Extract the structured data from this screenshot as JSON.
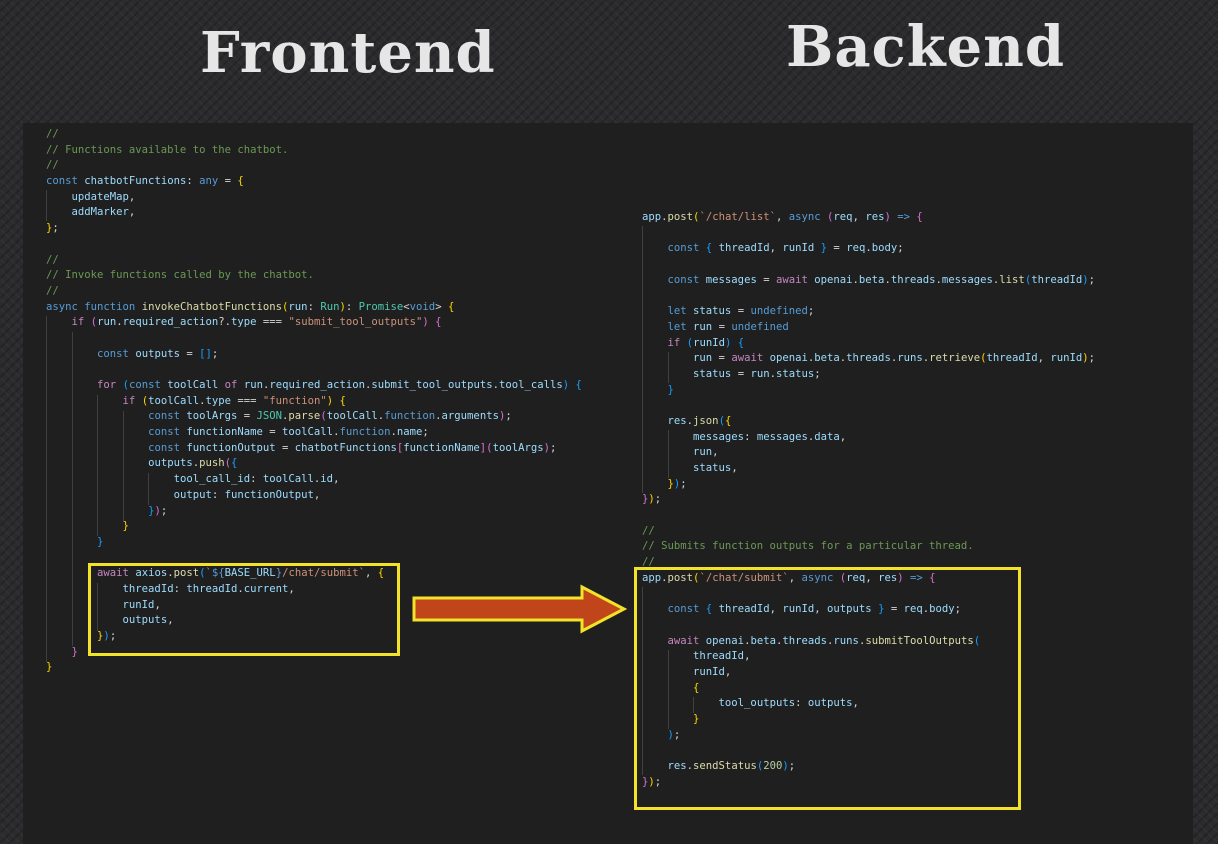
{
  "headings": {
    "frontend": "Frontend",
    "backend": "Backend"
  },
  "frontend_code": [
    "//",
    "// Functions available to the chatbot.",
    "//",
    "const chatbotFunctions: any = {",
    "    updateMap,",
    "    addMarker,",
    "};",
    "",
    "//",
    "// Invoke functions called by the chatbot.",
    "//",
    "async function invokeChatbotFunctions(run: Run): Promise<void> {",
    "    if (run.required_action?.type === \"submit_tool_outputs\") {",
    "",
    "        const outputs = [];",
    "",
    "        for (const toolCall of run.required_action.submit_tool_outputs.tool_calls) {",
    "            if (toolCall.type === \"function\") {",
    "                const toolArgs = JSON.parse(toolCall.function.arguments);",
    "                const functionName = toolCall.function.name;",
    "                const functionOutput = chatbotFunctions[functionName](toolArgs);",
    "                outputs.push({",
    "                    tool_call_id: toolCall.id,",
    "                    output: functionOutput,",
    "                });",
    "            }",
    "        }",
    "",
    "        await axios.post(`${BASE_URL}/chat/submit`, {",
    "            threadId: threadId.current,",
    "            runId,",
    "            outputs,",
    "        });",
    "    }",
    "}"
  ],
  "backend_code": [
    "app.post(`/chat/list`, async (req, res) => {",
    "",
    "    const { threadId, runId } = req.body;",
    "",
    "    const messages = await openai.beta.threads.messages.list(threadId);",
    "",
    "    let status = undefined;",
    "    let run = undefined",
    "    if (runId) {",
    "        run = await openai.beta.threads.runs.retrieve(threadId, runId);",
    "        status = run.status;",
    "    }",
    "",
    "    res.json({",
    "        messages: messages.data,",
    "        run,",
    "        status,",
    "    });",
    "});",
    "",
    "//",
    "// Submits function outputs for a particular thread.",
    "//",
    "app.post(`/chat/submit`, async (req, res) => {",
    "",
    "    const { threadId, runId, outputs } = req.body;",
    "",
    "    await openai.beta.threads.runs.submitToolOutputs(",
    "        threadId,",
    "        runId,",
    "        {",
    "            tool_outputs: outputs,",
    "        }",
    "    );",
    "",
    "    res.sendStatus(200);",
    "});"
  ],
  "colors": {
    "highlight_border": "#f2e32a",
    "arrow_fill": "#c0451a",
    "arrow_stroke": "#f2e32a",
    "panel_background": "#1f1f1f"
  }
}
